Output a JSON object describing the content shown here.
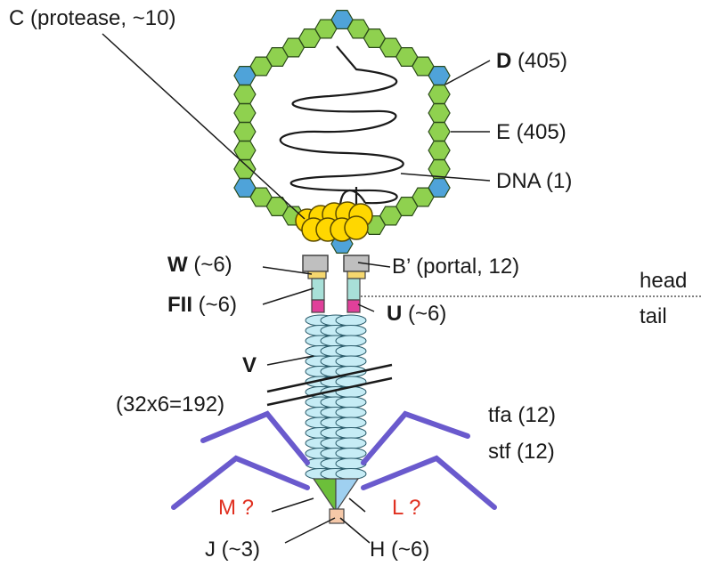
{
  "labels": {
    "protease": "C (protease, ~10)",
    "D_name": "D",
    "D_count": " (405)",
    "E": "E (405)",
    "DNA": "DNA (1)",
    "W_name": "W",
    "W_count": " (~6)",
    "portal": "B’ (portal, 12)",
    "head": "head",
    "tail": "tail",
    "FII_name": "FII",
    "FII_count": " (~6)",
    "U_name": "U",
    "U_count": " (~6)",
    "V": "V",
    "V_count": "(32x6=192)",
    "tfa": "tfa (12)",
    "stf": "stf (12)",
    "M": "M ?",
    "L": "L ?",
    "J": "J (~3)",
    "H": "H (~6)"
  },
  "colors": {
    "capsid_E": "#8fd14f",
    "capsid_D": "#4fa3d9",
    "protease": "#ffd700",
    "portal": "#bfbfbf",
    "W": "#f5d76e",
    "FII": "#a8e0d8",
    "U": "#e0409a",
    "V": "#c6ecf5",
    "fiber": "#6a5acd",
    "M": "#6cbf3a",
    "L": "#9fd0f0",
    "J": "#f5c8a8",
    "red_label": "#e03020"
  }
}
